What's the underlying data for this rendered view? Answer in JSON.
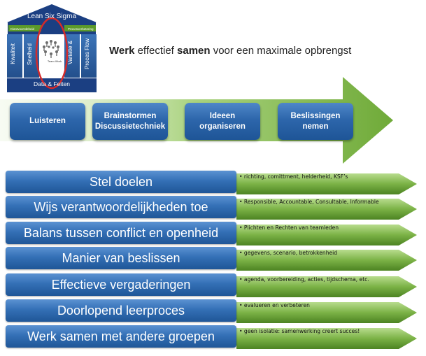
{
  "logo": {
    "roof": "Lean Six Sigma",
    "band_left": "Klantvoorrdeheid",
    "band_right": "Procesverbetering",
    "pillars": [
      "Kwaliteit",
      "Snelheid",
      "Variatie &",
      "Proces Flow"
    ],
    "center": "Team Work",
    "foundation": "Data & Feiten"
  },
  "headline": {
    "w1": "Werk",
    "t1": " effectief ",
    "w2": "samen",
    "t2": " voor een maximale opbrengst"
  },
  "steps": [
    "Luisteren",
    "Brainstormen\nDiscussietechniek",
    "Ideeen\norganiseren",
    "Beslissingen\nnemen"
  ],
  "rows": [
    {
      "label": "Stel doelen",
      "desc": "• richting, comittment, helderheid, KSF’s"
    },
    {
      "label": "Wijs verantwoordelijkheden toe",
      "desc": "• Responsible, Accountable, Consultable, Informable"
    },
    {
      "label": "Balans tussen conflict en openheid",
      "desc": "• Plichten en Rechten van teamleden"
    },
    {
      "label": "Manier van beslissen",
      "desc": "• gegevens, scenario, betrokkenheid"
    },
    {
      "label": "Effectieve vergaderingen",
      "desc": "• agenda, voorbereiding, acties, tijdschema, etc."
    },
    {
      "label": "Doorlopend leerproces",
      "desc": "• evalueren en verbeteren"
    },
    {
      "label": "Werk samen met andere groepen",
      "desc": "• geen isolatie: samenwerking creert succes!"
    }
  ],
  "colors": {
    "navy": "#1a3d80",
    "blue": "#3470b6",
    "green": "#5f9a2c",
    "arrow_green": "#8cbf5a",
    "highlight_red": "#d42a2a"
  }
}
